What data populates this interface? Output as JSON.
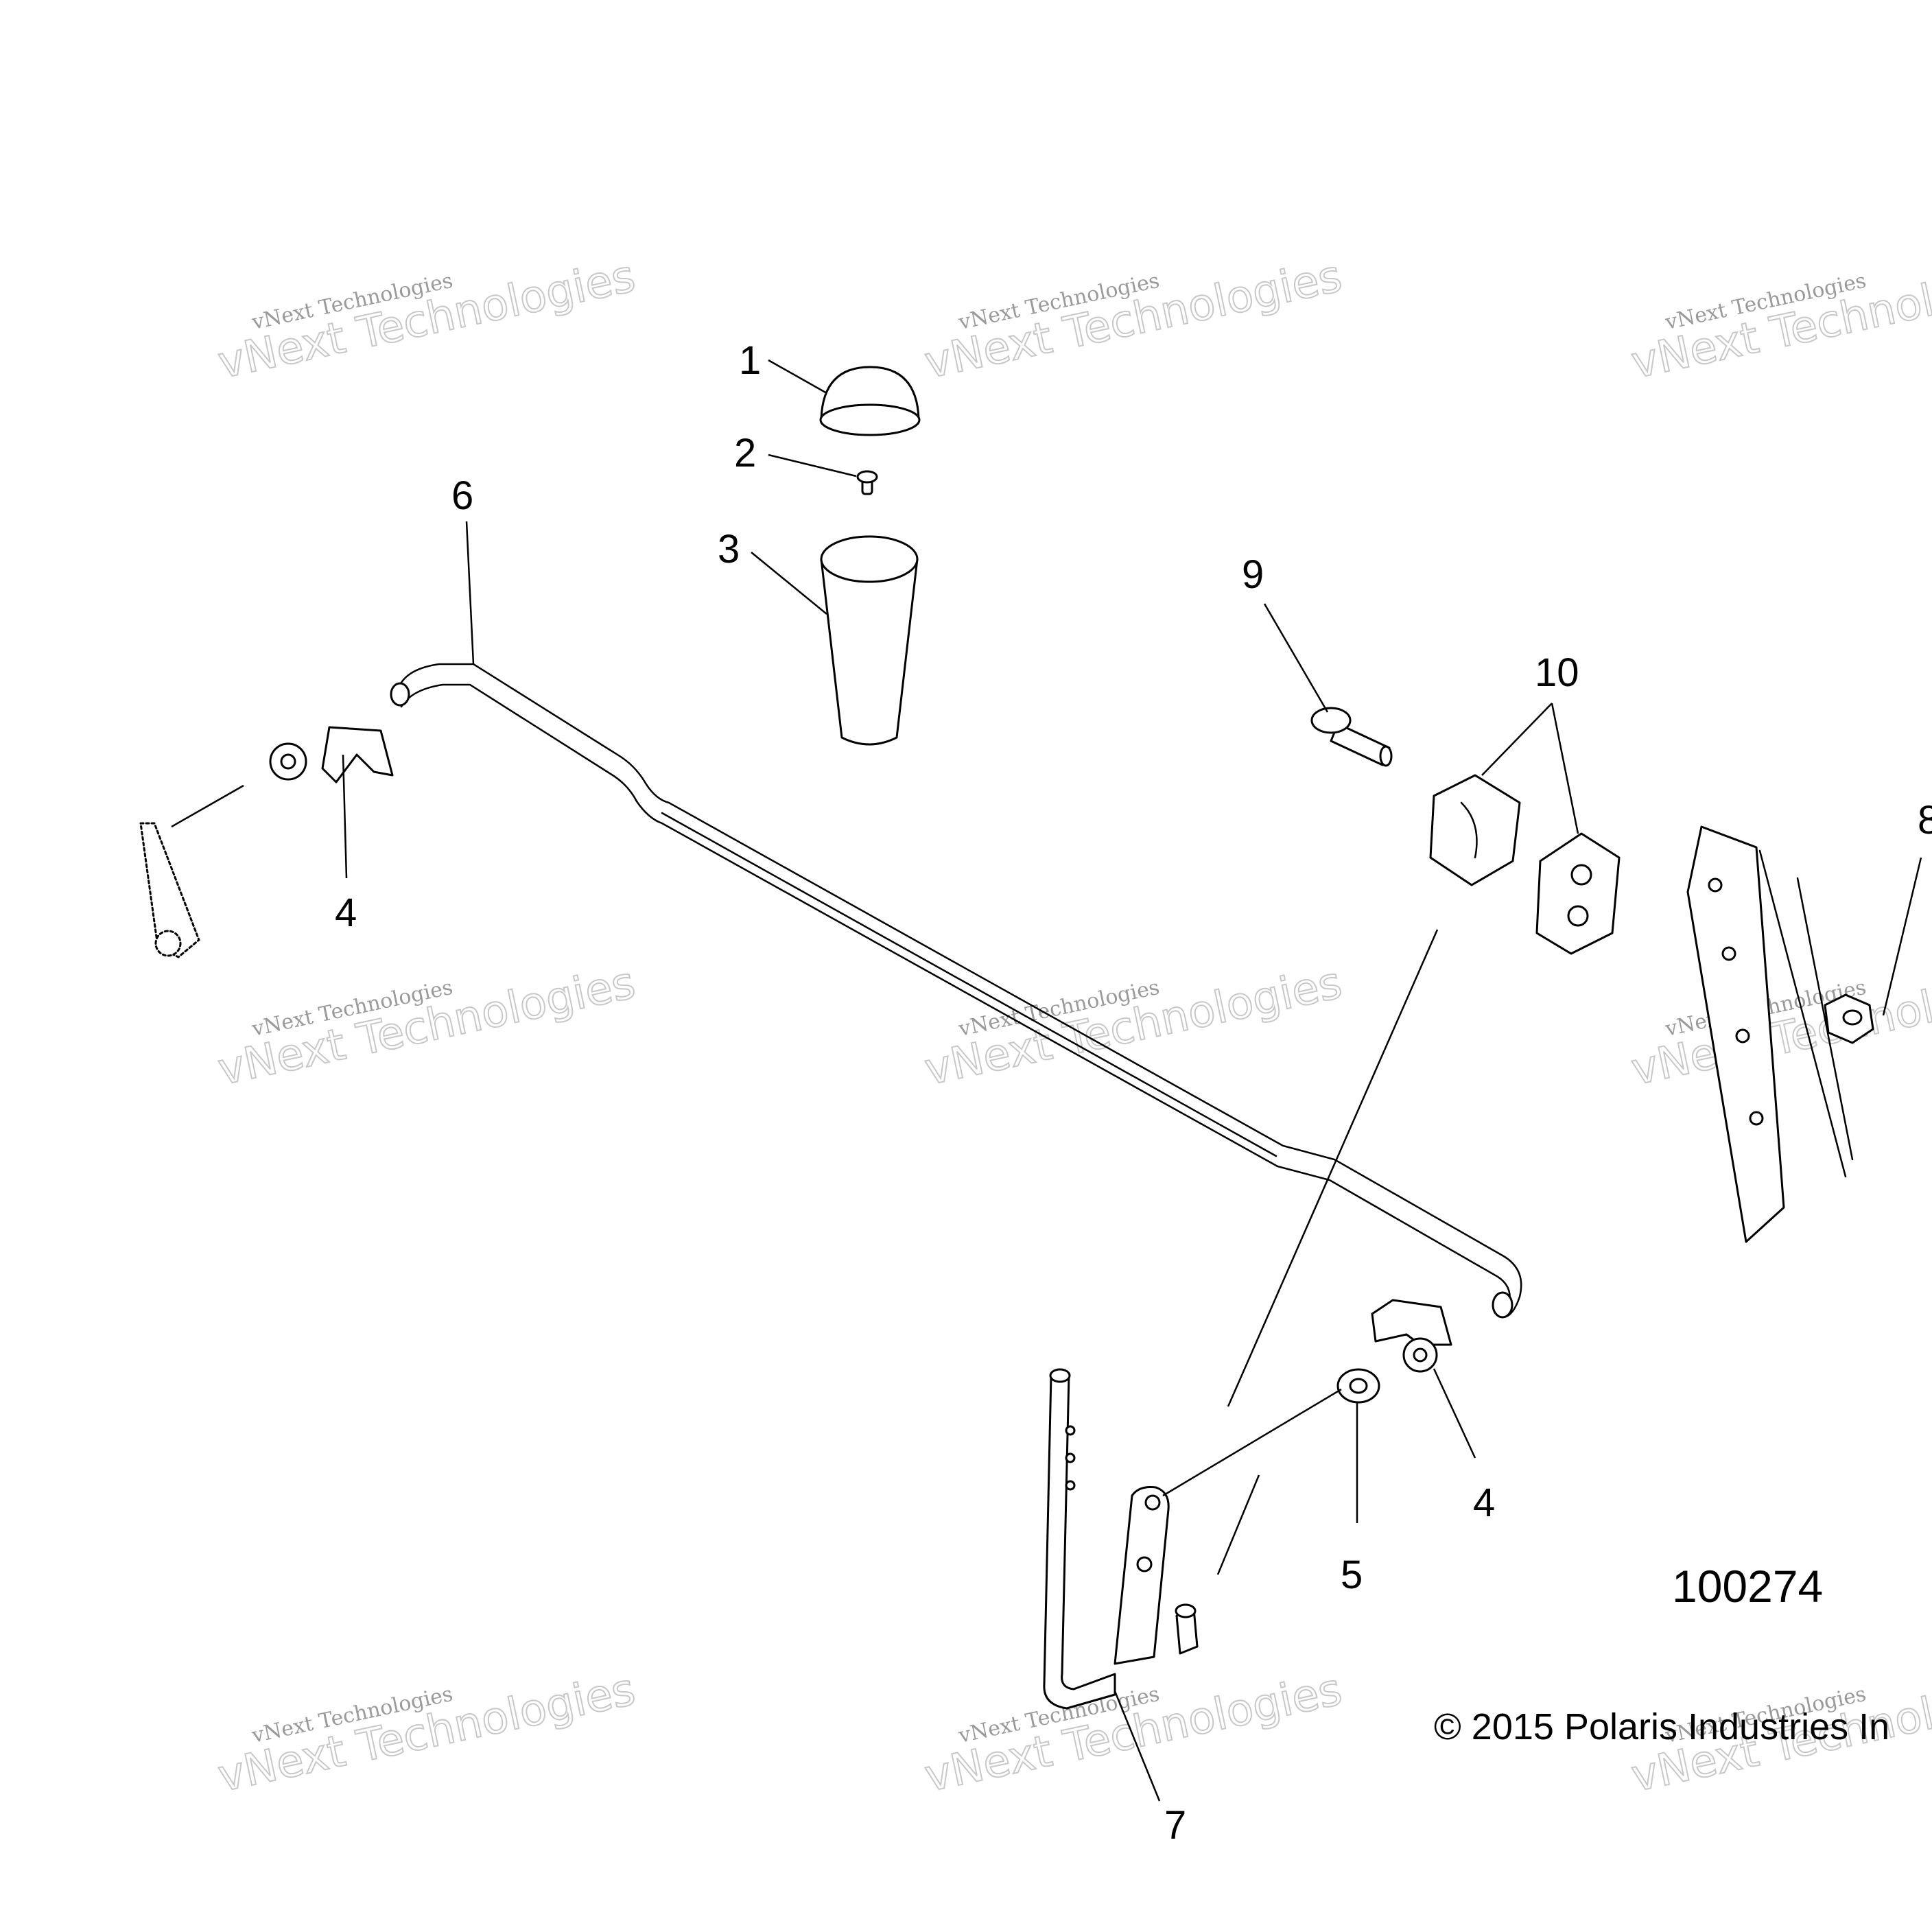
{
  "callouts": [
    "1",
    "2",
    "3",
    "6",
    "9",
    "10",
    "4",
    "8",
    "5",
    "4",
    "7"
  ],
  "watermark": {
    "line1": "vNext Technologies",
    "line2": "vNext Technologies"
  },
  "drawing_number": "100274",
  "copyright": "© 2015 Polaris Industries In"
}
